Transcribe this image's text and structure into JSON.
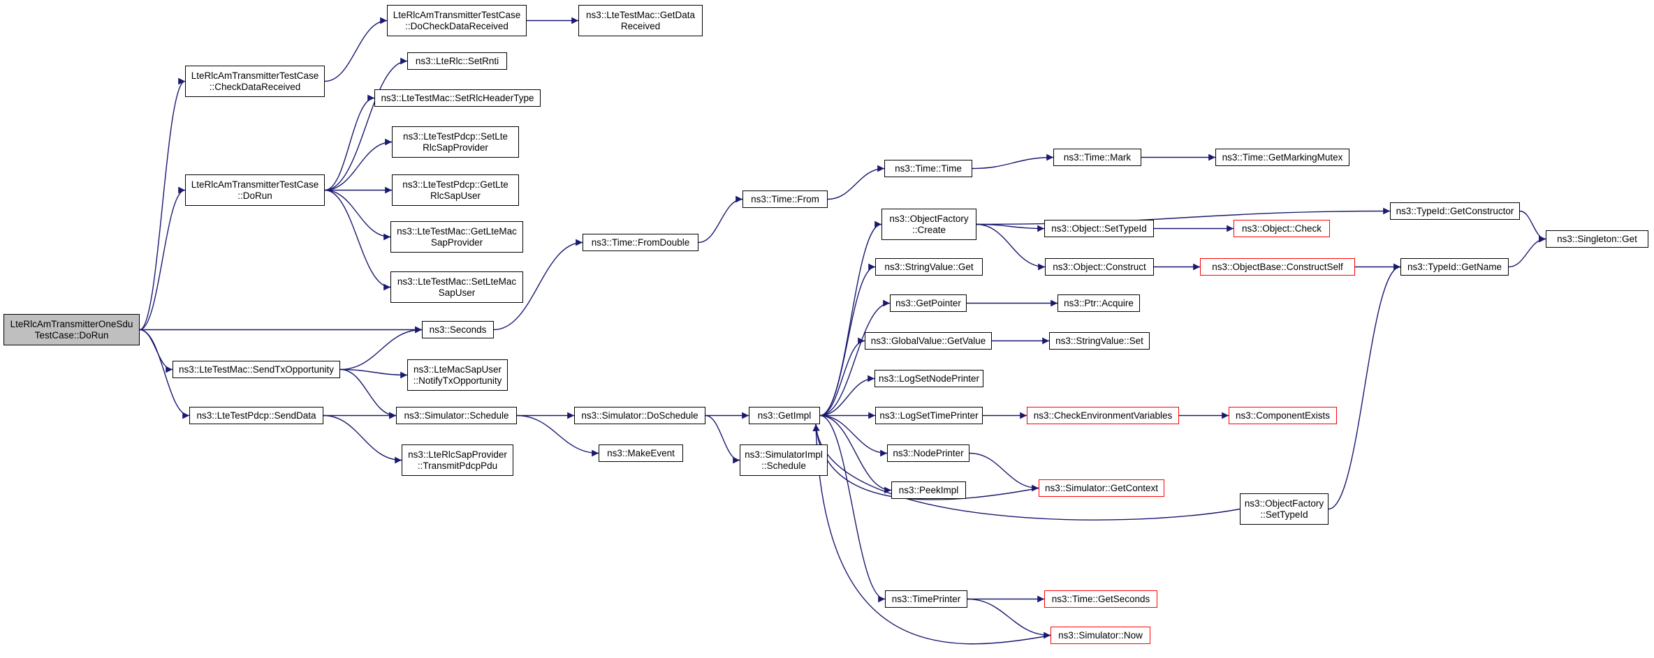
{
  "colors": {
    "edge": "#191970",
    "border": "#000000",
    "truncated_border": "#ff0000",
    "root_fill": "#bfbfbf",
    "node_fill": "#ffffff"
  },
  "nodes": {
    "n0": {
      "label": "LteRlcAmTransmitterOneSdu\nTestCase::DoRun",
      "style": "root"
    },
    "n1": {
      "label": "LteRlcAmTransmitterTestCase\n::CheckDataReceived"
    },
    "n2": {
      "label": "LteRlcAmTransmitterTestCase\n::DoRun"
    },
    "n3": {
      "label": "ns3::Seconds"
    },
    "n4": {
      "label": "ns3::LteTestMac::SendTxOpportunity"
    },
    "n5": {
      "label": "ns3::LteTestPdcp::SendData"
    },
    "n6": {
      "label": "LteRlcAmTransmitterTestCase\n::DoCheckDataReceived"
    },
    "n7": {
      "label": "ns3::LteTestMac::GetData\nReceived"
    },
    "n8": {
      "label": "ns3::LteRlc::SetRnti"
    },
    "n9": {
      "label": "ns3::LteTestMac::SetRlcHeaderType"
    },
    "n10": {
      "label": "ns3::LteTestPdcp::SetLte\nRlcSapProvider"
    },
    "n11": {
      "label": "ns3::LteTestPdcp::GetLte\nRlcSapUser"
    },
    "n12": {
      "label": "ns3::LteTestMac::GetLteMac\nSapProvider"
    },
    "n13": {
      "label": "ns3::LteTestMac::SetLteMac\nSapUser"
    },
    "n14": {
      "label": "ns3::Time::FromDouble"
    },
    "n15": {
      "label": "ns3::Time::From"
    },
    "n16": {
      "label": "ns3::Time::Time"
    },
    "n17": {
      "label": "ns3::Time::Mark"
    },
    "n18": {
      "label": "ns3::Time::GetMarkingMutex"
    },
    "n19": {
      "label": "ns3::LteMacSapUser\n::NotifyTxOpportunity"
    },
    "n20": {
      "label": "ns3::Simulator::Schedule"
    },
    "n21": {
      "label": "ns3::LteRlcSapProvider\n::TransmitPdcpPdu"
    },
    "n22": {
      "label": "ns3::Simulator::DoSchedule"
    },
    "n23": {
      "label": "ns3::MakeEvent"
    },
    "n24": {
      "label": "ns3::GetImpl"
    },
    "n25": {
      "label": "ns3::SimulatorImpl\n::Schedule"
    },
    "n26": {
      "label": "ns3::ObjectFactory\n::Create"
    },
    "n27": {
      "label": "ns3::StringValue::Get"
    },
    "n28": {
      "label": "ns3::GetPointer"
    },
    "n29": {
      "label": "ns3::GlobalValue::GetValue"
    },
    "n30": {
      "label": "ns3::LogSetNodePrinter"
    },
    "n31": {
      "label": "ns3::LogSetTimePrinter"
    },
    "n32": {
      "label": "ns3::NodePrinter"
    },
    "n33": {
      "label": "ns3::PeekImpl"
    },
    "n34": {
      "label": "ns3::TimePrinter"
    },
    "n35": {
      "label": "ns3::Object::SetTypeId"
    },
    "n36": {
      "label": "ns3::Object::Check",
      "style": "truncated"
    },
    "n37": {
      "label": "ns3::Object::Construct"
    },
    "n38": {
      "label": "ns3::ObjectBase::ConstructSelf",
      "style": "truncated"
    },
    "n39": {
      "label": "ns3::TypeId::GetConstructor"
    },
    "n40": {
      "label": "ns3::TypeId::GetName"
    },
    "n41": {
      "label": "ns3::Singleton::Get"
    },
    "n42": {
      "label": "ns3::Ptr::Acquire"
    },
    "n43": {
      "label": "ns3::StringValue::Set"
    },
    "n44": {
      "label": "ns3::CheckEnvironmentVariables",
      "style": "truncated"
    },
    "n45": {
      "label": "ns3::ComponentExists",
      "style": "truncated"
    },
    "n46": {
      "label": "ns3::Simulator::GetContext",
      "style": "truncated"
    },
    "n47": {
      "label": "ns3::ObjectFactory\n::SetTypeId"
    },
    "n48": {
      "label": "ns3::Time::GetSeconds",
      "style": "truncated"
    },
    "n49": {
      "label": "ns3::Simulator::Now",
      "style": "truncated"
    }
  },
  "edges": [
    [
      "n0",
      "n1"
    ],
    [
      "n0",
      "n2"
    ],
    [
      "n0",
      "n3"
    ],
    [
      "n0",
      "n4"
    ],
    [
      "n0",
      "n5"
    ],
    [
      "n1",
      "n6"
    ],
    [
      "n6",
      "n7"
    ],
    [
      "n2",
      "n8"
    ],
    [
      "n2",
      "n9"
    ],
    [
      "n2",
      "n10"
    ],
    [
      "n2",
      "n11"
    ],
    [
      "n2",
      "n12"
    ],
    [
      "n2",
      "n13"
    ],
    [
      "n3",
      "n14"
    ],
    [
      "n14",
      "n15"
    ],
    [
      "n15",
      "n16"
    ],
    [
      "n16",
      "n17"
    ],
    [
      "n17",
      "n18"
    ],
    [
      "n4",
      "n3"
    ],
    [
      "n4",
      "n19"
    ],
    [
      "n4",
      "n20"
    ],
    [
      "n5",
      "n20"
    ],
    [
      "n5",
      "n21"
    ],
    [
      "n20",
      "n22"
    ],
    [
      "n20",
      "n23"
    ],
    [
      "n22",
      "n24"
    ],
    [
      "n22",
      "n25"
    ],
    [
      "n24",
      "n26"
    ],
    [
      "n24",
      "n27"
    ],
    [
      "n24",
      "n28"
    ],
    [
      "n24",
      "n29"
    ],
    [
      "n24",
      "n30"
    ],
    [
      "n24",
      "n31"
    ],
    [
      "n24",
      "n32"
    ],
    [
      "n24",
      "n33"
    ],
    [
      "n24",
      "n34"
    ],
    [
      "n26",
      "n35"
    ],
    [
      "n26",
      "n37"
    ],
    [
      "n26",
      "n39"
    ],
    [
      "n35",
      "n36"
    ],
    [
      "n37",
      "n38"
    ],
    [
      "n38",
      "n40"
    ],
    [
      "n40",
      "n41"
    ],
    [
      "n39",
      "n41"
    ],
    [
      "n28",
      "n42"
    ],
    [
      "n29",
      "n43"
    ],
    [
      "n31",
      "n44"
    ],
    [
      "n44",
      "n45"
    ],
    [
      "n32",
      "n46"
    ],
    [
      "n46",
      "n24"
    ],
    [
      "n47",
      "n24"
    ],
    [
      "n47",
      "n40"
    ],
    [
      "n34",
      "n48"
    ],
    [
      "n34",
      "n49"
    ],
    [
      "n49",
      "n24"
    ]
  ]
}
